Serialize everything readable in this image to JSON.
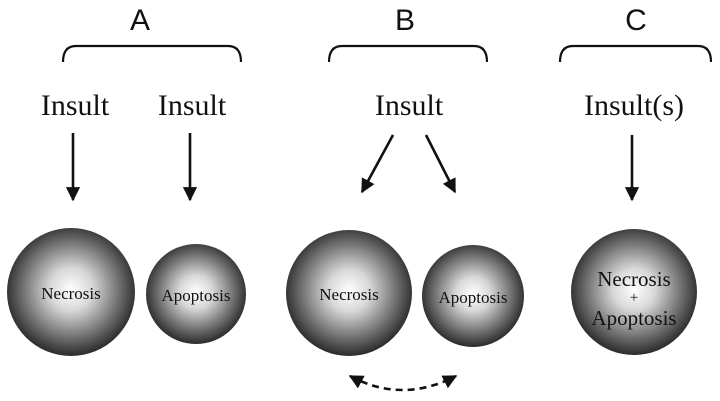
{
  "panels": {
    "A": {
      "letter": "A",
      "insult_left": "Insult",
      "insult_right": "Insult",
      "cell_left": "Necrosis",
      "cell_right": "Apoptosis"
    },
    "B": {
      "letter": "B",
      "insult": "Insult",
      "cell_left": "Necrosis",
      "cell_right": "Apoptosis"
    },
    "C": {
      "letter": "C",
      "insult": "Insult(s)",
      "cell_line1": "Necrosis",
      "cell_plus": "+",
      "cell_line2": "Apoptosis"
    }
  },
  "colors": {
    "ink": "#111111",
    "sphere_highlight": "#ffffff",
    "sphere_shadow": "#1c1c1c"
  }
}
